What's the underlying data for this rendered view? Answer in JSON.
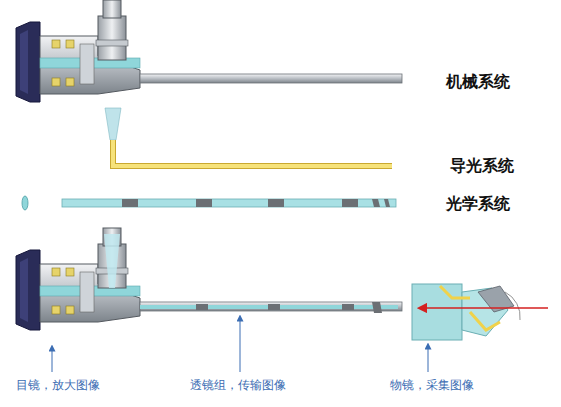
{
  "diagram": {
    "labels": [
      "机械系统",
      "导光系统",
      "光学系统",
      "目镜，放大图像",
      "透镜组，传输图像",
      "物镜，采集图像"
    ]
  }
}
